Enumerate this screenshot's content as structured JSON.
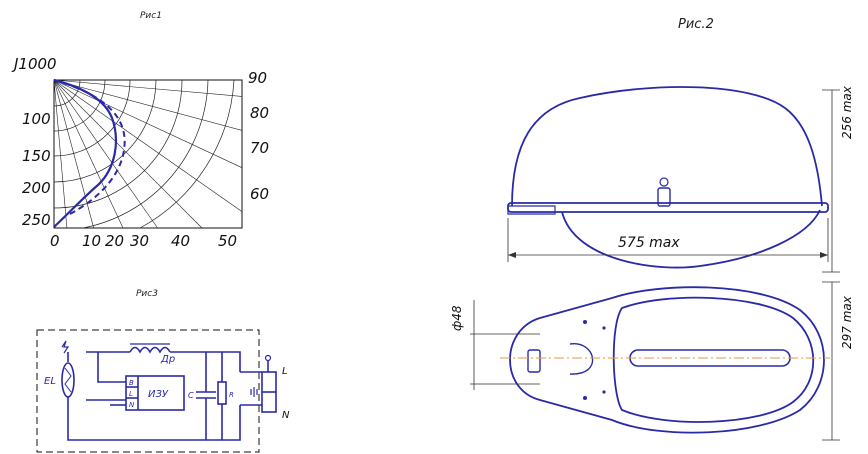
{
  "fig1": {
    "title": "Рис1",
    "unit_label": "J1000",
    "left_scale": [
      "100",
      "150",
      "200",
      "250"
    ],
    "angle_labels": [
      "90",
      "80",
      "70",
      "60"
    ],
    "bottom_scale": [
      "0",
      "10",
      "20",
      "30",
      "40",
      "50"
    ]
  },
  "fig2": {
    "title": "Рис.2",
    "dim_height": "256 max",
    "dim_length": "575 max",
    "dim_width": "297 max",
    "dim_diameter": "ф48"
  },
  "fig3": {
    "title": "Рис3",
    "choke": "Др",
    "lamp": "EL",
    "igniter": "ИЗУ",
    "igniter_pins": [
      "B",
      "L",
      "N"
    ],
    "capacitor": "С",
    "resistor": "R",
    "terminal_l": "L",
    "terminal_n": "N"
  },
  "colors": {
    "ink": "#2a2aa8",
    "black": "#111111",
    "axis": "#e59a3c"
  }
}
